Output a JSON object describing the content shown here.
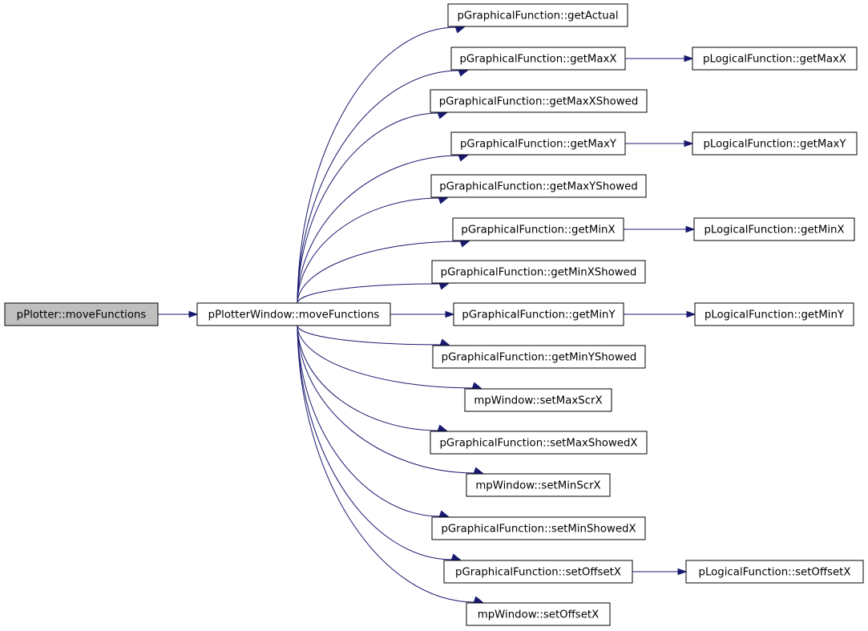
{
  "graph": {
    "colors": {
      "edge": "#191970",
      "root_fill": "#bfbfbf",
      "node_fill": "#ffffff",
      "node_border": "#000000"
    },
    "nodes": [
      {
        "id": "root",
        "label": "pPlotter::moveFunctions",
        "root": true
      },
      {
        "id": "pw",
        "label": "pPlotterWindow::moveFunctions"
      },
      {
        "id": "gf_getActual",
        "label": "pGraphicalFunction::getActual"
      },
      {
        "id": "gf_getMaxX",
        "label": "pGraphicalFunction::getMaxX"
      },
      {
        "id": "gf_getMaxXShowed",
        "label": "pGraphicalFunction::getMaxXShowed"
      },
      {
        "id": "gf_getMaxY",
        "label": "pGraphicalFunction::getMaxY"
      },
      {
        "id": "gf_getMaxYShowed",
        "label": "pGraphicalFunction::getMaxYShowed"
      },
      {
        "id": "gf_getMinX",
        "label": "pGraphicalFunction::getMinX"
      },
      {
        "id": "gf_getMinXShowed",
        "label": "pGraphicalFunction::getMinXShowed"
      },
      {
        "id": "gf_getMinY",
        "label": "pGraphicalFunction::getMinY"
      },
      {
        "id": "gf_getMinYShowed",
        "label": "pGraphicalFunction::getMinYShowed"
      },
      {
        "id": "mp_setMaxScrX",
        "label": "mpWindow::setMaxScrX"
      },
      {
        "id": "gf_setMaxShowedX",
        "label": "pGraphicalFunction::setMaxShowedX"
      },
      {
        "id": "mp_setMinScrX",
        "label": "mpWindow::setMinScrX"
      },
      {
        "id": "gf_setMinShowedX",
        "label": "pGraphicalFunction::setMinShowedX"
      },
      {
        "id": "gf_setOffsetX",
        "label": "pGraphicalFunction::setOffsetX"
      },
      {
        "id": "mp_setOffsetX",
        "label": "mpWindow::setOffsetX"
      },
      {
        "id": "lf_getMaxX",
        "label": "pLogicalFunction::getMaxX"
      },
      {
        "id": "lf_getMaxY",
        "label": "pLogicalFunction::getMaxY"
      },
      {
        "id": "lf_getMinX",
        "label": "pLogicalFunction::getMinX"
      },
      {
        "id": "lf_getMinY",
        "label": "pLogicalFunction::getMinY"
      },
      {
        "id": "lf_setOffsetX",
        "label": "pLogicalFunction::setOffsetX"
      }
    ],
    "edges": [
      {
        "from": "root",
        "to": "pw"
      },
      {
        "from": "pw",
        "to": "gf_getActual"
      },
      {
        "from": "pw",
        "to": "gf_getMaxX"
      },
      {
        "from": "pw",
        "to": "gf_getMaxXShowed"
      },
      {
        "from": "pw",
        "to": "gf_getMaxY"
      },
      {
        "from": "pw",
        "to": "gf_getMaxYShowed"
      },
      {
        "from": "pw",
        "to": "gf_getMinX"
      },
      {
        "from": "pw",
        "to": "gf_getMinXShowed"
      },
      {
        "from": "pw",
        "to": "gf_getMinY"
      },
      {
        "from": "pw",
        "to": "gf_getMinYShowed"
      },
      {
        "from": "pw",
        "to": "mp_setMaxScrX"
      },
      {
        "from": "pw",
        "to": "gf_setMaxShowedX"
      },
      {
        "from": "pw",
        "to": "mp_setMinScrX"
      },
      {
        "from": "pw",
        "to": "gf_setMinShowedX"
      },
      {
        "from": "pw",
        "to": "gf_setOffsetX"
      },
      {
        "from": "pw",
        "to": "mp_setOffsetX"
      },
      {
        "from": "gf_getMaxX",
        "to": "lf_getMaxX"
      },
      {
        "from": "gf_getMaxY",
        "to": "lf_getMaxY"
      },
      {
        "from": "gf_getMinX",
        "to": "lf_getMinX"
      },
      {
        "from": "gf_getMinY",
        "to": "lf_getMinY"
      },
      {
        "from": "gf_setOffsetX",
        "to": "lf_setOffsetX"
      }
    ]
  }
}
